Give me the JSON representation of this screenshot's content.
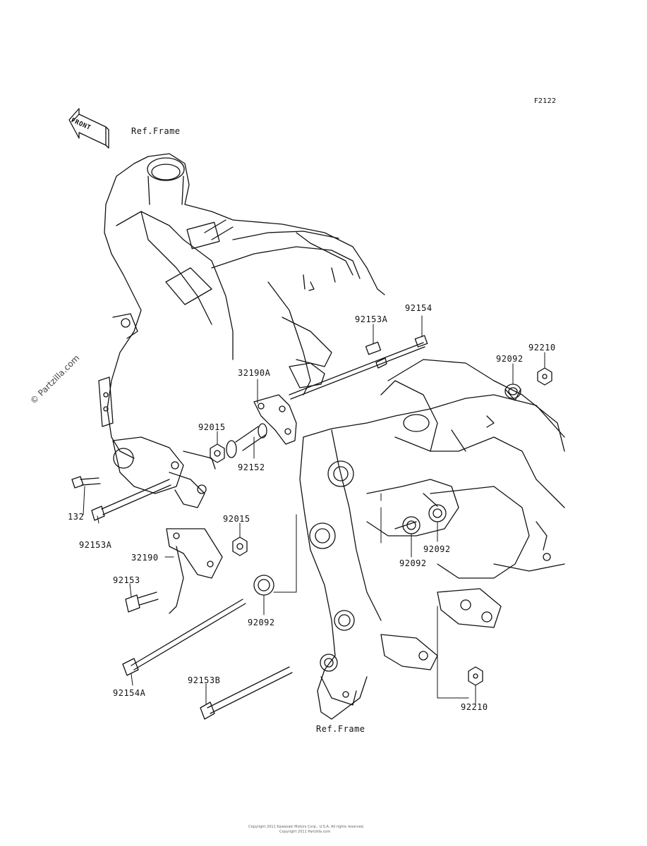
{
  "diagram_code": "F2122",
  "front_marker": "FRONT",
  "watermark": "© Partzilla.com",
  "ref_frame_top": "Ref.Frame",
  "ref_frame_bottom": "Ref.Frame",
  "parts": {
    "p92154": "92154",
    "p92153A_top": "92153A",
    "p92092_top": "92092",
    "p92210_top": "92210",
    "p32190A": "32190A",
    "p92015_a": "92015",
    "p92152": "92152",
    "p132": "132",
    "p92153A_left": "92153A",
    "p92015_b": "92015",
    "p32190": "32190",
    "p92153": "92153",
    "p92092_right": "92092",
    "p92092_mid": "92092",
    "p92092_center": "92092",
    "p92154A": "92154A",
    "p92153B": "92153B",
    "p92210_bottom": "92210"
  },
  "copyright_line1": "Copyright 2011 Kawasaki Motors Corp., U.S.A. All rights reserved.",
  "copyright_line2": "Copyright 2011 Partzilla.com"
}
